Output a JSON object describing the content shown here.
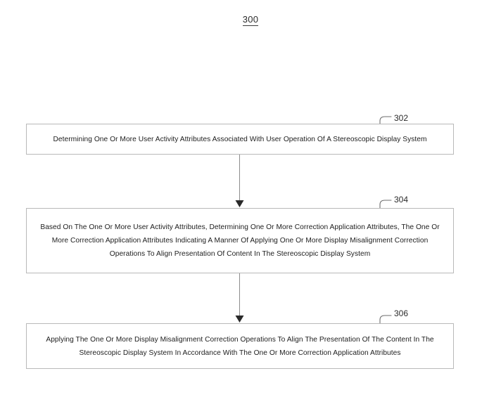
{
  "figure": {
    "number": "300",
    "type": "patent-flowchart",
    "orientation": "vertical-top-down"
  },
  "steps": [
    {
      "ref": "302",
      "text": "Determining One Or More User Activity Attributes Associated With User Operation Of A Stereoscopic Display System"
    },
    {
      "ref": "304",
      "text": "Based On The One Or More User Activity Attributes, Determining One Or More Correction Application Attributes, The One Or More Correction Application Attributes Indicating A Manner Of Applying One Or More Display Misalignment Correction Operations To Align Presentation Of Content In The Stereoscopic Display System"
    },
    {
      "ref": "306",
      "text": "Applying The One Or More Display Misalignment Correction Operations To Align The Presentation Of The Content In The Stereoscopic Display System In Accordance With The One Or More Correction Application Attributes"
    }
  ],
  "connectors": [
    {
      "from": "302",
      "to": "304",
      "style": "arrow-down"
    },
    {
      "from": "304",
      "to": "306",
      "style": "arrow-down"
    }
  ],
  "colors": {
    "background": "#ffffff",
    "box_border": "#b9b9b9",
    "box_fill": "#ffffff",
    "text": "#1d1d1d",
    "connector": "#8c8c8c",
    "arrowhead": "#2a2a2a",
    "leader": "#6e6e6e"
  }
}
